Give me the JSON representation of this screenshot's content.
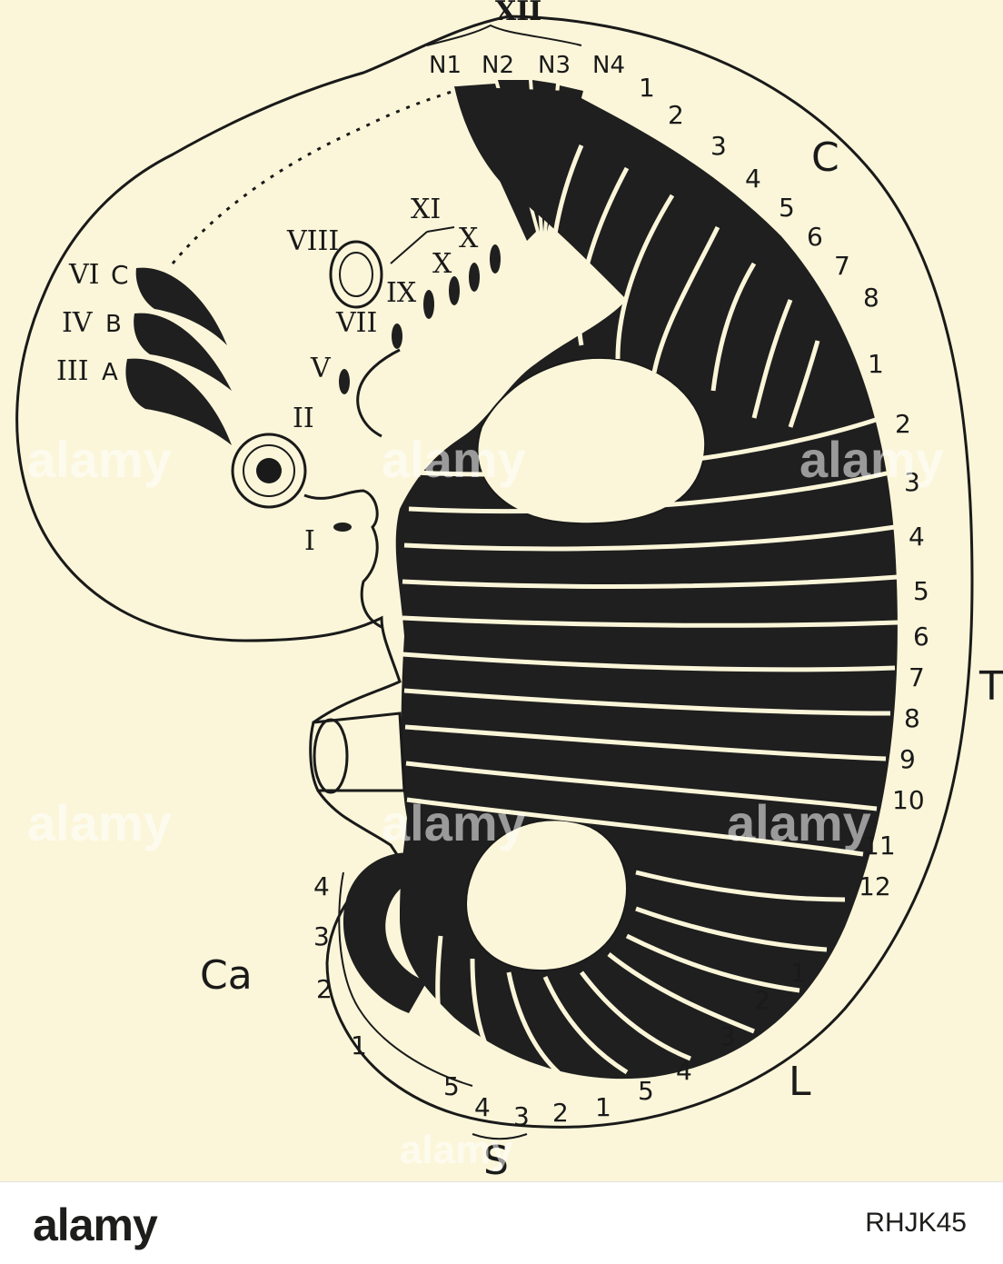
{
  "diagram": {
    "cranial_nerve_labels": [
      "XII",
      "XI",
      "X",
      "X",
      "IX",
      "VIII",
      "VII",
      "V",
      "II",
      "I",
      "VI",
      "IV",
      "III"
    ],
    "occipital_labels": [
      "N1",
      "N2",
      "N3",
      "N4"
    ],
    "somite_groups": [
      "A",
      "B",
      "C"
    ],
    "region_labels": {
      "cervical": "C",
      "thoracic": "T",
      "lumbar": "L",
      "sacral": "S",
      "caudal": "Ca"
    },
    "cervical_numbers": [
      "1",
      "2",
      "3",
      "4",
      "5",
      "6",
      "7",
      "8"
    ],
    "thoracic_numbers": [
      "1",
      "2",
      "3",
      "4",
      "5",
      "6",
      "7",
      "8",
      "9",
      "10",
      "11",
      "12"
    ],
    "lumbar_numbers": [
      "1",
      "2",
      "3",
      "4",
      "5"
    ],
    "sacral_numbers": [
      "1",
      "2",
      "3",
      "4",
      "5"
    ],
    "caudal_numbers": [
      "1",
      "2",
      "3",
      "4"
    ]
  },
  "watermark": {
    "text": "alamy"
  },
  "footer": {
    "logo": "alamy",
    "image_id": "RHJK45"
  },
  "colors": {
    "paper": "#fbf6d9",
    "ink": "#1a1a1a"
  }
}
